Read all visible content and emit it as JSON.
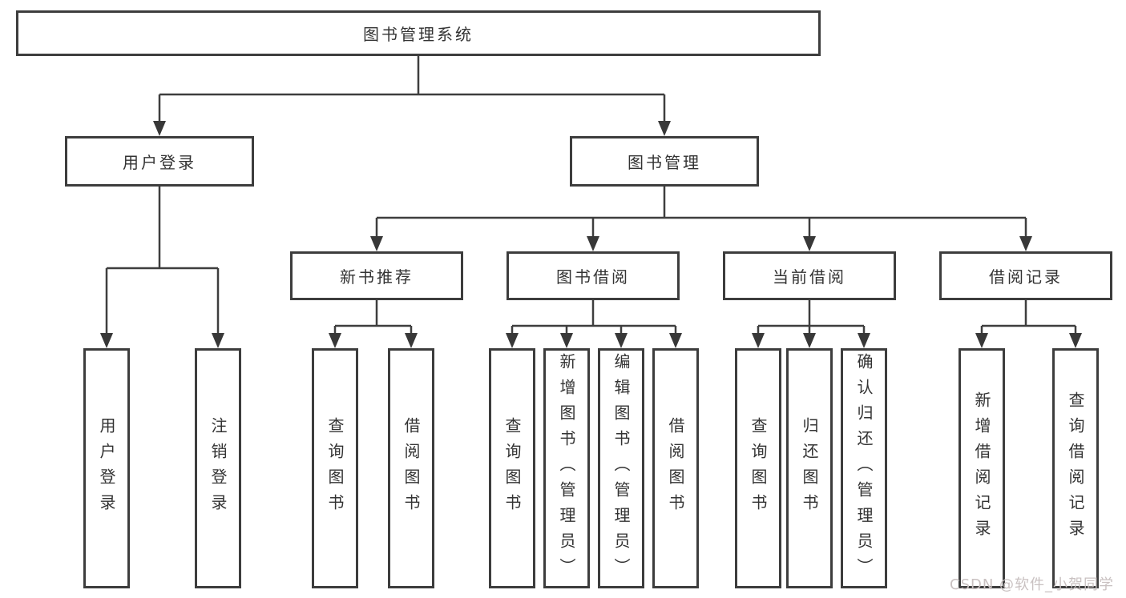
{
  "diagram": {
    "root": {
      "label": "图书管理系统"
    },
    "level2": [
      {
        "label": "用户登录"
      },
      {
        "label": "图书管理"
      }
    ],
    "level3": [
      {
        "label": "新书推荐"
      },
      {
        "label": "图书借阅"
      },
      {
        "label": "当前借阅"
      },
      {
        "label": "借阅记录"
      }
    ],
    "leaves": {
      "user_login": [
        "用户登录",
        "注销登录"
      ],
      "new_book_recommend": [
        "查询图书",
        "借阅图书"
      ],
      "book_borrow": [
        "查询图书",
        "新增图书（管理员）",
        "编辑图书（管理员）",
        "借阅图书"
      ],
      "current_borrow": [
        "查询图书",
        "归还图书",
        "确认归还（管理员）"
      ],
      "borrow_records": [
        "新增借阅记录",
        "查询借阅记录"
      ]
    }
  },
  "watermark": {
    "text": "CSDN @软件_小贺同学"
  },
  "colors": {
    "line": "#3e3e3e",
    "arrowhead": "#383838",
    "box_border": "#3d3d3d",
    "text": "#333333",
    "background": "#ffffff",
    "watermark": "#c9c1c1"
  }
}
